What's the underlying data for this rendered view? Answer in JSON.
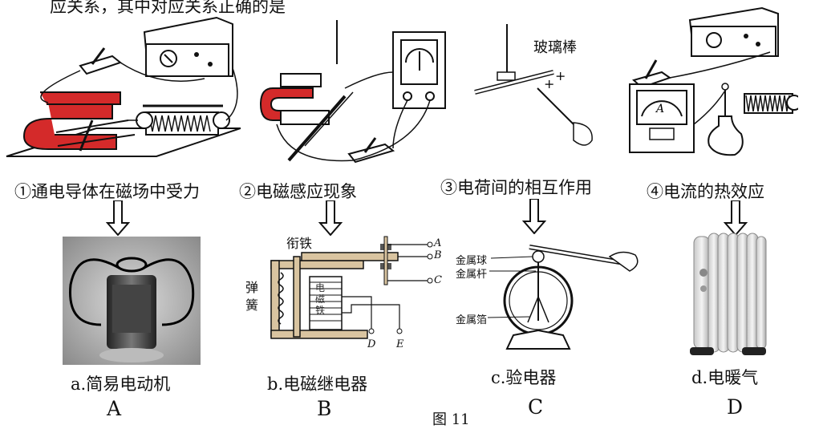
{
  "intro": "应关系，其中对应关系正确的是",
  "figure_label": "图 11",
  "top_row": [
    {
      "caption": "①通电导体在磁场中受力"
    },
    {
      "caption": "②电磁感应现象"
    },
    {
      "caption": "③电荷间的相互作用",
      "label": "玻璃棒"
    },
    {
      "caption": "④电流的热效应"
    }
  ],
  "bottom_row": [
    {
      "caption": "a.简易电动机",
      "option": "A"
    },
    {
      "caption": "b.电磁继电器",
      "option": "B",
      "labels": {
        "armature": "衔铁",
        "spring": "弹簧",
        "magnet": "电磁铁",
        "pA": "A",
        "pB": "B",
        "pC": "C",
        "pD": "D",
        "pE": "E"
      }
    },
    {
      "caption": "c.验电器",
      "option": "C",
      "labels": {
        "ball": "金属球",
        "rod": "金属杆",
        "foil": "金属箔"
      }
    },
    {
      "caption": "d.电暖气",
      "option": "D"
    }
  ],
  "colors": {
    "magnet_red": "#d42a2a",
    "line": "#111111"
  }
}
